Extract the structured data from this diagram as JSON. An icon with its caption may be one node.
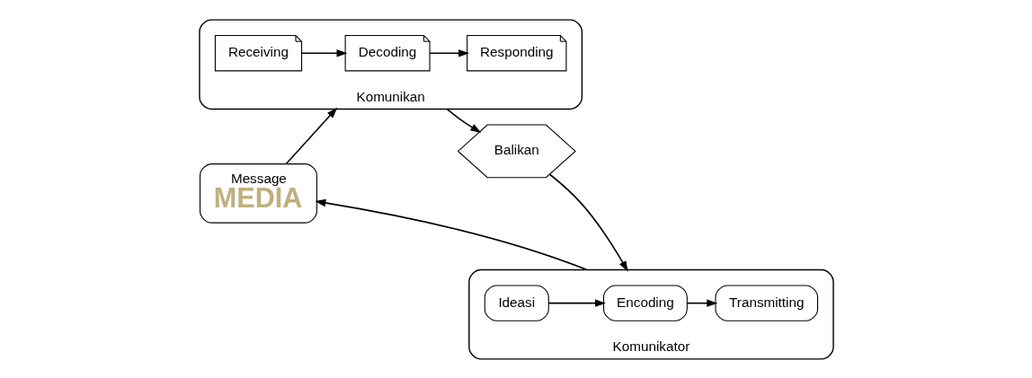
{
  "diagram": {
    "nodes": [
      {
        "text": [
          "Message",
          "MEDIA"
        ]
      },
      {
        "text": [
          "Komunikator"
        ]
      },
      {
        "text": [
          "Ideasi"
        ],
        "in": 1
      },
      {
        "text": [
          "Encoding"
        ],
        "in": 1
      },
      {
        "text": [
          "Transmitting"
        ],
        "in": 1
      },
      {
        "text": [
          "Komunikan"
        ]
      },
      {
        "text": [
          "Receiving"
        ],
        "in": 5
      },
      {
        "text": [
          "Decoding"
        ],
        "in": 5
      },
      {
        "text": [
          "Responding"
        ],
        "in": 5
      },
      {
        "text": [
          "Balikan"
        ]
      }
    ],
    "edges": [
      {
        "from": 1,
        "to": 0,
        "arrow": "to"
      },
      {
        "from": 0,
        "to": 5,
        "arrow": "to"
      },
      {
        "from": 2,
        "to": 3,
        "arrow": "to"
      },
      {
        "from": 3,
        "to": 4,
        "arrow": "to"
      },
      {
        "from": 6,
        "to": 7,
        "arrow": "to"
      },
      {
        "from": 7,
        "to": 8,
        "arrow": "to"
      },
      {
        "from": 5,
        "to": 9,
        "arrow": "to"
      },
      {
        "from": 9,
        "to": 1,
        "arrow": "to"
      }
    ]
  }
}
